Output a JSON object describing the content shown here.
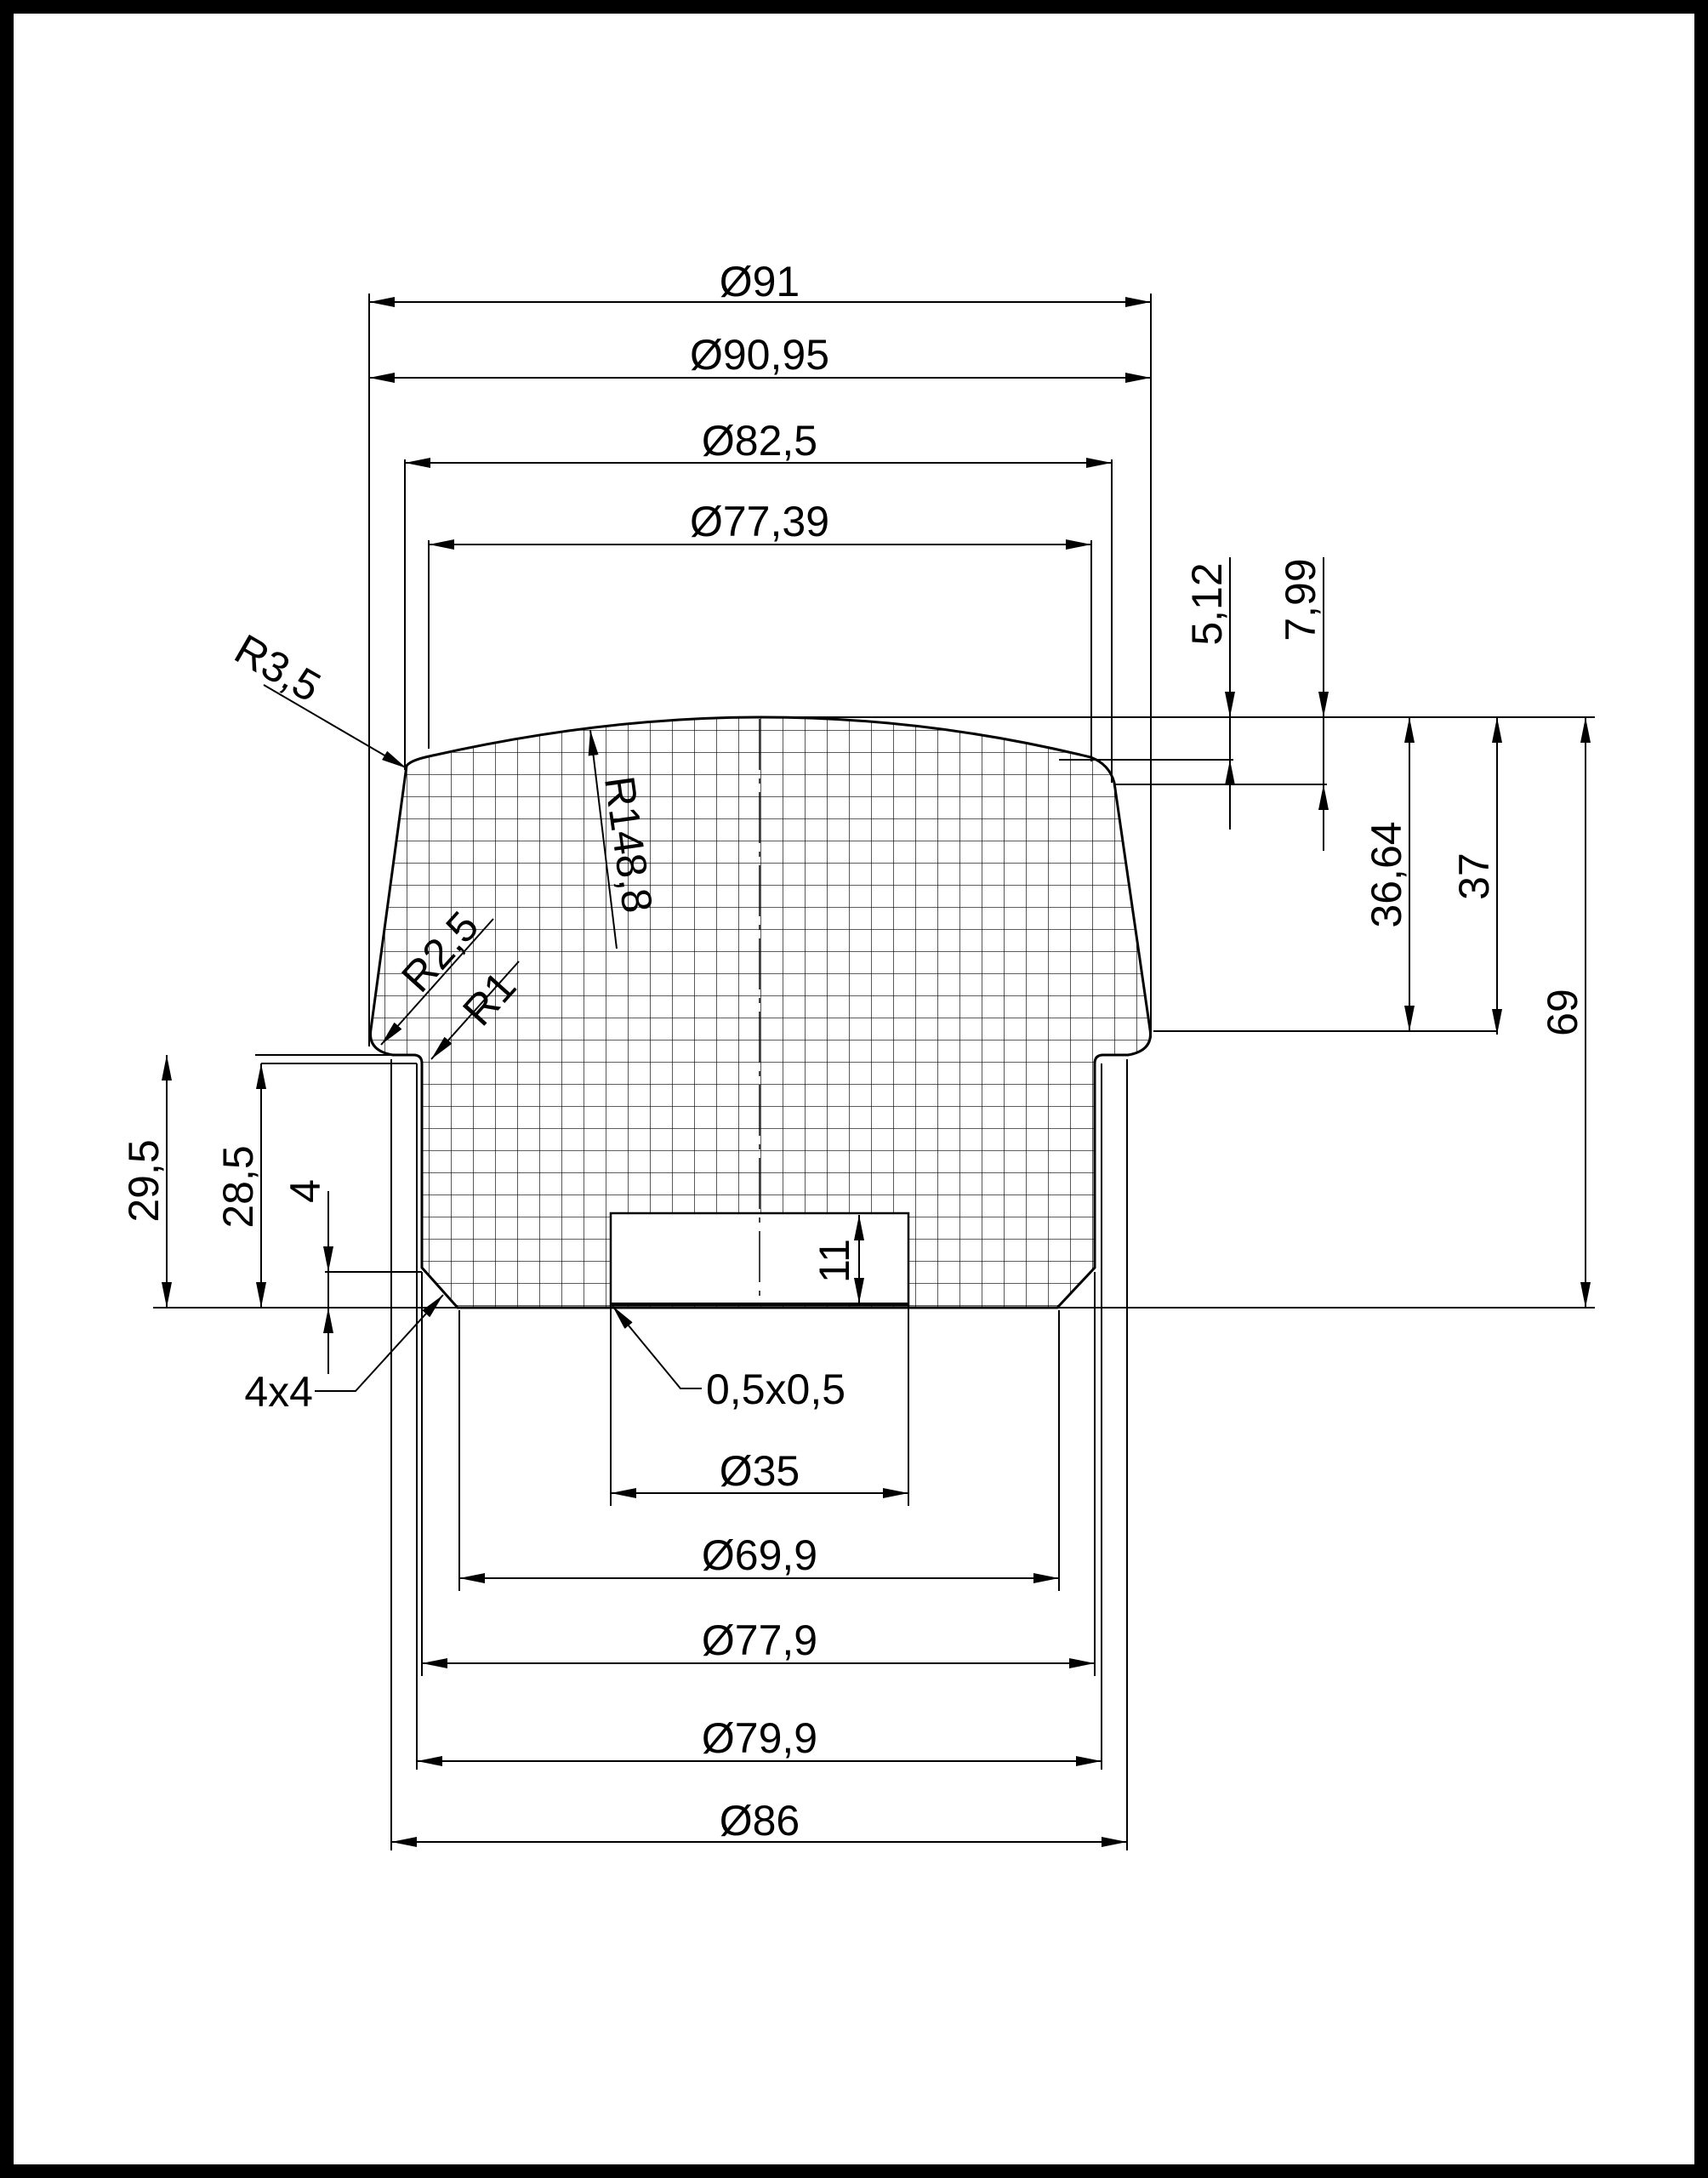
{
  "colors": {
    "frame": "#000000",
    "paper": "#ffffff",
    "line": "#000000",
    "hatch": "#000000"
  },
  "dimensions": {
    "d91": "Ø91",
    "d90_95": "Ø90,95",
    "d82_5": "Ø82,5",
    "d77_39": "Ø77,39",
    "d35": "Ø35",
    "d69_9": "Ø69,9",
    "d77_9": "Ø77,9",
    "d79_9": "Ø79,9",
    "d86": "Ø86",
    "h5_12": "5,12",
    "h7_99": "7,99",
    "h36_64": "36,64",
    "h37": "37",
    "h69": "69",
    "h29_5": "29,5",
    "h28_5": "28,5",
    "h4": "4",
    "h11": "11",
    "r3_5": "R3,5",
    "r148_8": "R148,8",
    "r2_5": "R2,5",
    "r1": "R1",
    "chamfer_4x4": "4x4",
    "chamfer_0_5": "0,5x0,5"
  }
}
